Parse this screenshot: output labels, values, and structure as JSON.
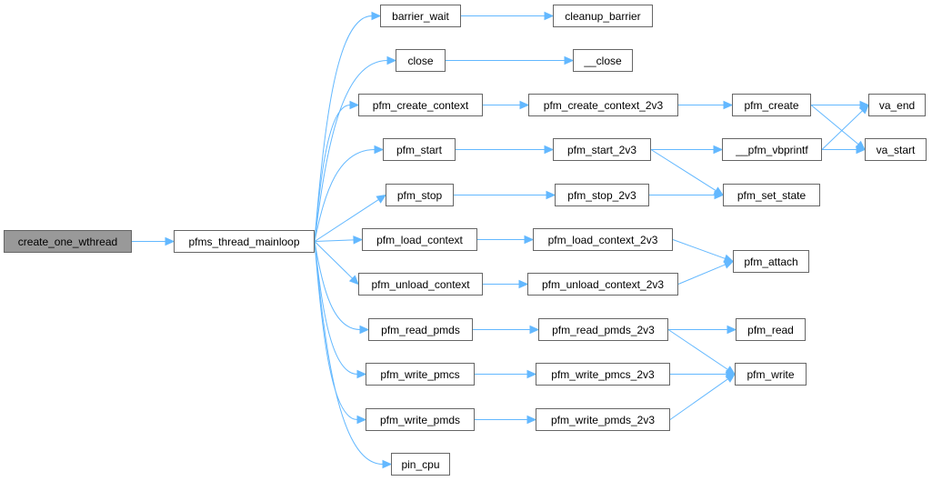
{
  "nodes": {
    "create_one_wthread": "create_one_wthread",
    "pfms_thread_mainloop": "pfms_thread_mainloop",
    "barrier_wait": "barrier_wait",
    "cleanup_barrier": "cleanup_barrier",
    "close": "close",
    "__close": "__close",
    "pfm_create_context": "pfm_create_context",
    "pfm_create_context_2v3": "pfm_create_context_2v3",
    "pfm_create": "pfm_create",
    "va_end": "va_end",
    "pfm_start": "pfm_start",
    "pfm_start_2v3": "pfm_start_2v3",
    "__pfm_vbprintf": "__pfm_vbprintf",
    "va_start": "va_start",
    "pfm_stop": "pfm_stop",
    "pfm_stop_2v3": "pfm_stop_2v3",
    "pfm_set_state": "pfm_set_state",
    "pfm_load_context": "pfm_load_context",
    "pfm_load_context_2v3": "pfm_load_context_2v3",
    "pfm_attach": "pfm_attach",
    "pfm_unload_context": "pfm_unload_context",
    "pfm_unload_context_2v3": "pfm_unload_context_2v3",
    "pfm_read_pmds": "pfm_read_pmds",
    "pfm_read_pmds_2v3": "pfm_read_pmds_2v3",
    "pfm_read": "pfm_read",
    "pfm_write_pmcs": "pfm_write_pmcs",
    "pfm_write_pmcs_2v3": "pfm_write_pmcs_2v3",
    "pfm_write": "pfm_write",
    "pfm_write_pmds": "pfm_write_pmds",
    "pfm_write_pmds_2v3": "pfm_write_pmds_2v3",
    "pin_cpu": "pin_cpu"
  },
  "edges": [
    [
      "create_one_wthread",
      "pfms_thread_mainloop"
    ],
    [
      "pfms_thread_mainloop",
      "barrier_wait"
    ],
    [
      "pfms_thread_mainloop",
      "close"
    ],
    [
      "pfms_thread_mainloop",
      "pfm_create_context"
    ],
    [
      "pfms_thread_mainloop",
      "pfm_start"
    ],
    [
      "pfms_thread_mainloop",
      "pfm_stop"
    ],
    [
      "pfms_thread_mainloop",
      "pfm_load_context"
    ],
    [
      "pfms_thread_mainloop",
      "pfm_unload_context"
    ],
    [
      "pfms_thread_mainloop",
      "pfm_read_pmds"
    ],
    [
      "pfms_thread_mainloop",
      "pfm_write_pmcs"
    ],
    [
      "pfms_thread_mainloop",
      "pfm_write_pmds"
    ],
    [
      "pfms_thread_mainloop",
      "pin_cpu"
    ],
    [
      "barrier_wait",
      "cleanup_barrier"
    ],
    [
      "close",
      "__close"
    ],
    [
      "pfm_create_context",
      "pfm_create_context_2v3"
    ],
    [
      "pfm_create_context_2v3",
      "pfm_create"
    ],
    [
      "pfm_create",
      "va_end"
    ],
    [
      "pfm_create",
      "va_start"
    ],
    [
      "pfm_start",
      "pfm_start_2v3"
    ],
    [
      "pfm_start_2v3",
      "__pfm_vbprintf"
    ],
    [
      "pfm_start_2v3",
      "pfm_set_state"
    ],
    [
      "__pfm_vbprintf",
      "va_end"
    ],
    [
      "__pfm_vbprintf",
      "va_start"
    ],
    [
      "pfm_stop",
      "pfm_stop_2v3"
    ],
    [
      "pfm_stop_2v3",
      "pfm_set_state"
    ],
    [
      "pfm_load_context",
      "pfm_load_context_2v3"
    ],
    [
      "pfm_load_context_2v3",
      "pfm_attach"
    ],
    [
      "pfm_unload_context",
      "pfm_unload_context_2v3"
    ],
    [
      "pfm_unload_context_2v3",
      "pfm_attach"
    ],
    [
      "pfm_read_pmds",
      "pfm_read_pmds_2v3"
    ],
    [
      "pfm_read_pmds_2v3",
      "pfm_read"
    ],
    [
      "pfm_read_pmds_2v3",
      "pfm_write"
    ],
    [
      "pfm_write_pmcs",
      "pfm_write_pmcs_2v3"
    ],
    [
      "pfm_write_pmcs_2v3",
      "pfm_write"
    ],
    [
      "pfm_write_pmds",
      "pfm_write_pmds_2v3"
    ],
    [
      "pfm_write_pmds_2v3",
      "pfm_write"
    ]
  ],
  "colors": {
    "edge": "#63b8ff",
    "node_border": "#666666",
    "root_fill": "#999999"
  }
}
